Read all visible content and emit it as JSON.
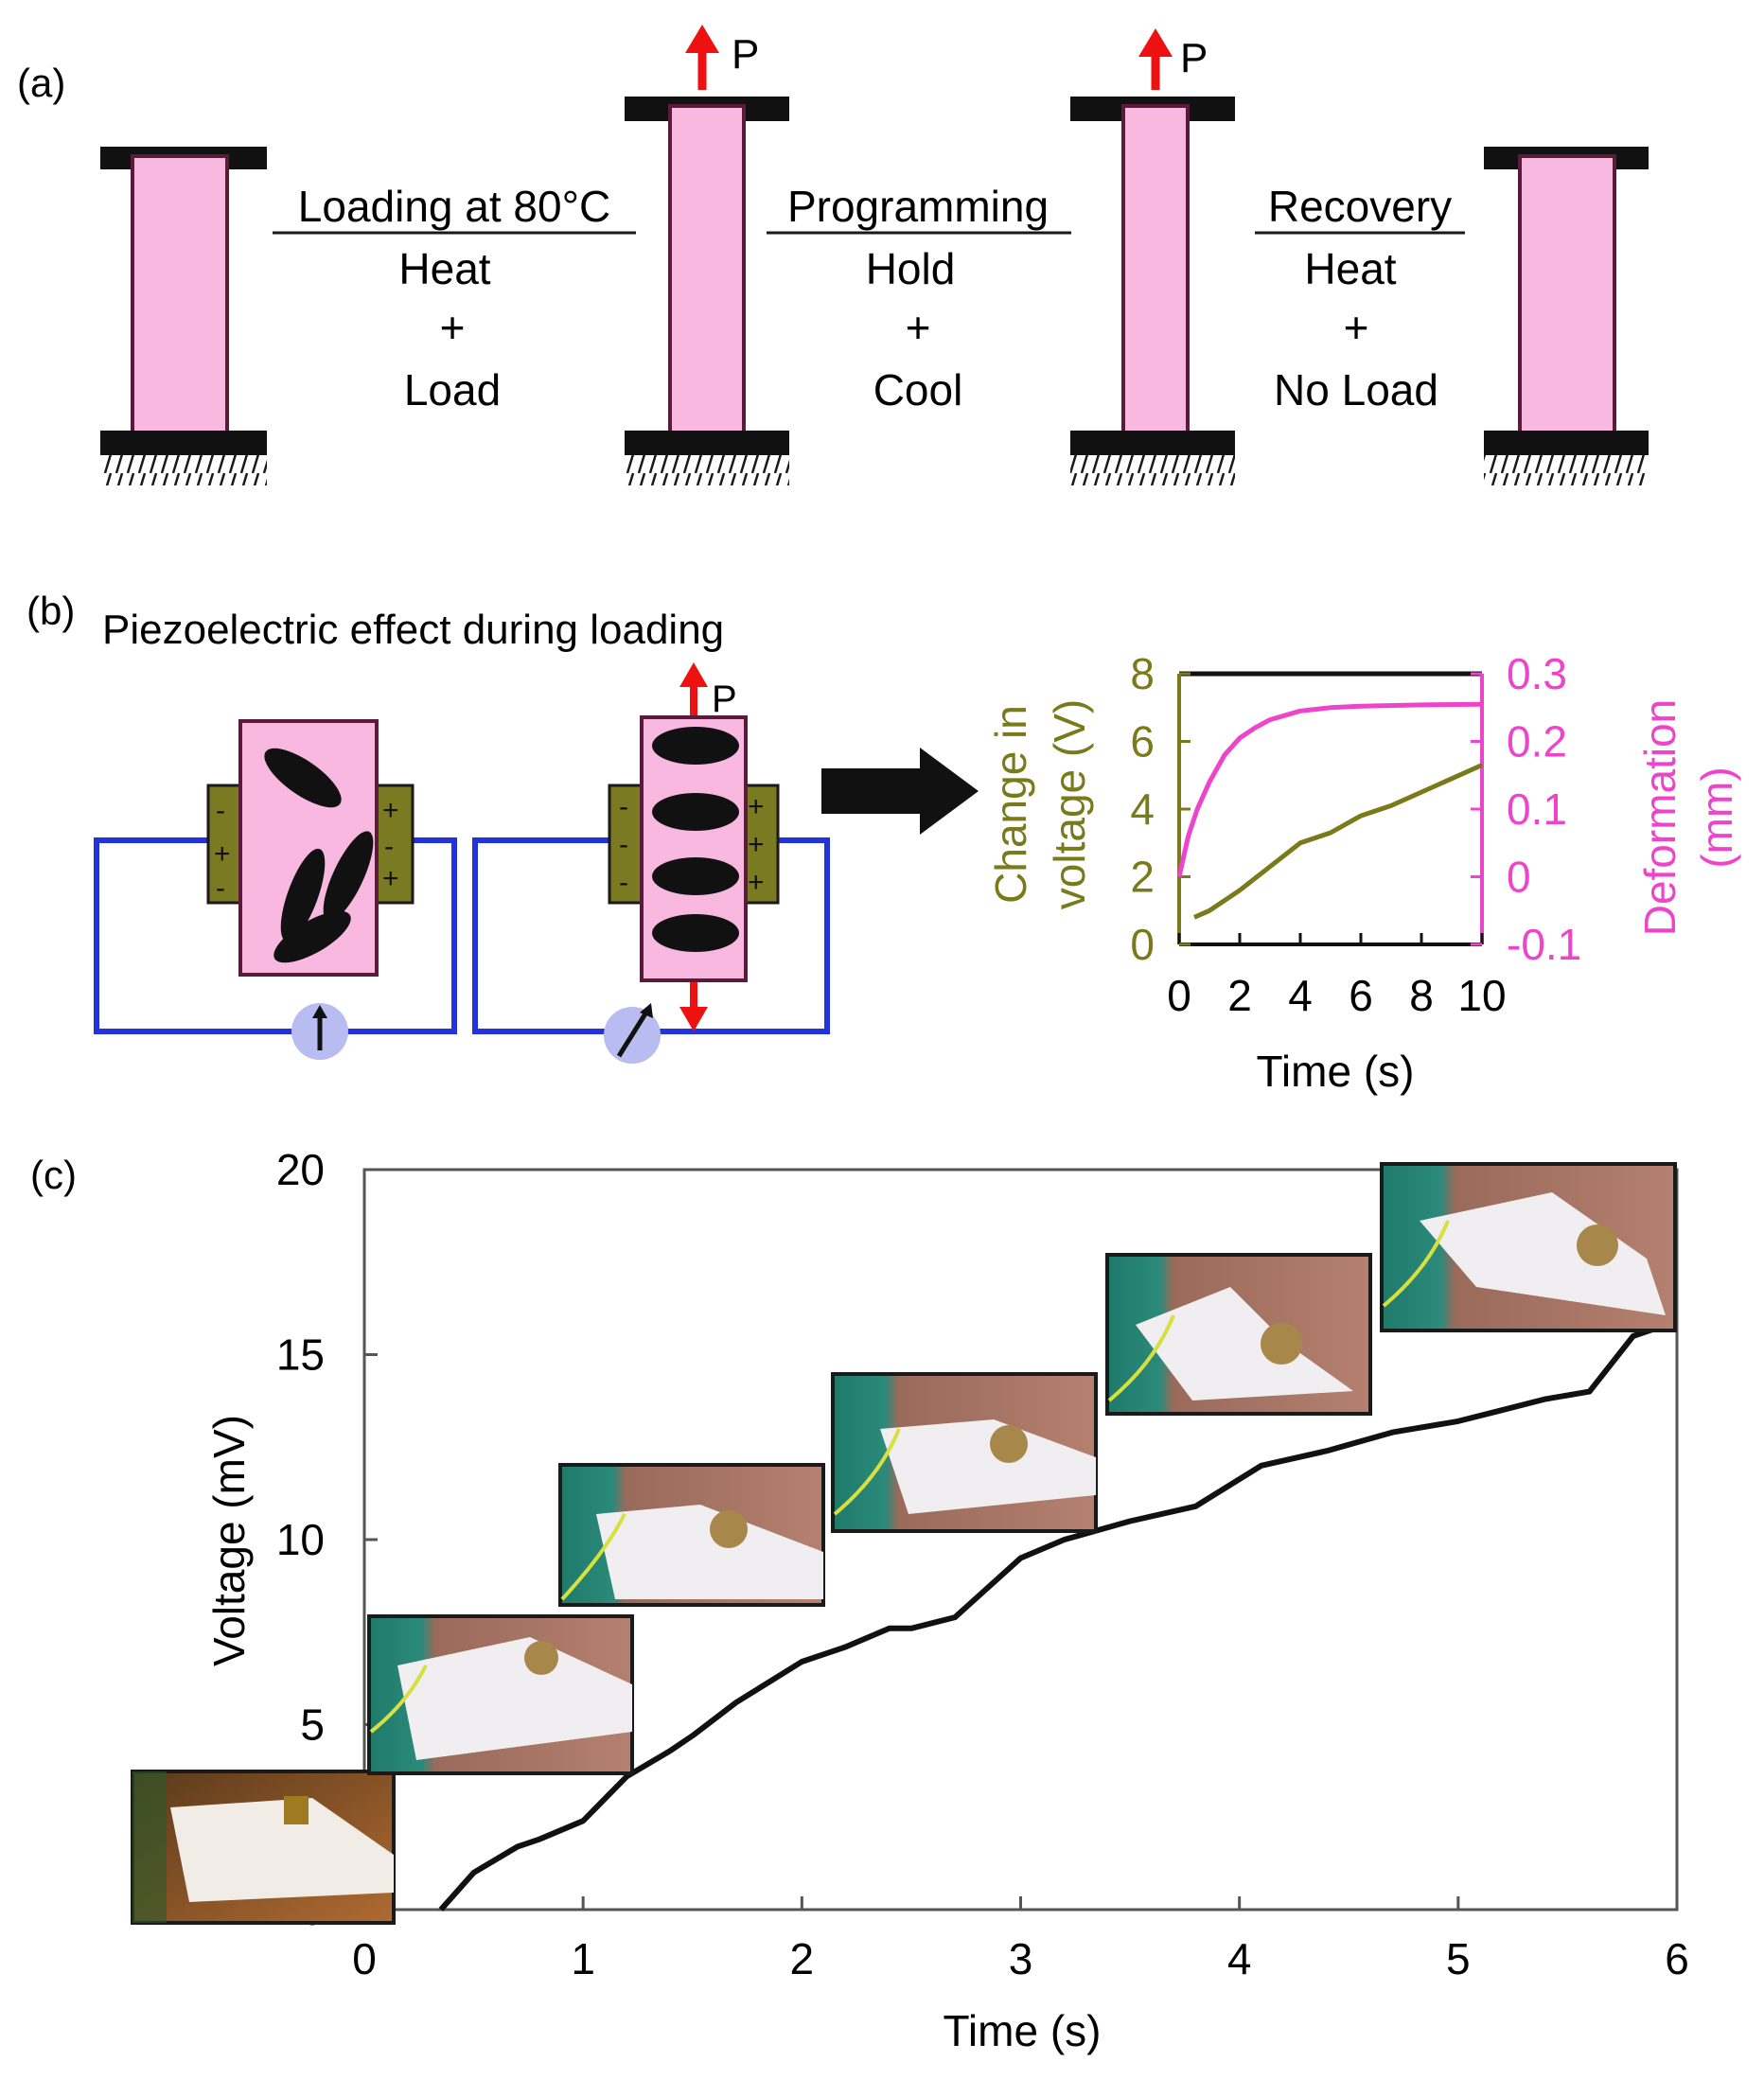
{
  "panel_a": {
    "label": "(a)",
    "force_label": "P",
    "steps": [
      {
        "title": "Loading at 80°C",
        "line1": "Heat",
        "line2": "+",
        "line3": "Load"
      },
      {
        "title": "Programming",
        "line1": "Hold",
        "line2": "+",
        "line3": "Cool"
      },
      {
        "title": "Recovery",
        "line1": "Heat",
        "line2": "+",
        "line3": "No Load"
      }
    ]
  },
  "panel_b": {
    "label": "(b)",
    "title": "Piezoelectric effect during loading",
    "force_label": "P",
    "colors": {
      "voltage": "#7a7a1a",
      "deformation": "#ee44cc",
      "circuit": "#2233dd",
      "sample": "#f8b8e0",
      "electrode": "#7a7a22"
    },
    "chart_data": {
      "type": "line",
      "xlabel": "Time (s)",
      "ylabel_left": "Change in voltage (V)",
      "ylabel_left_line1": "Change in",
      "ylabel_left_line2": "voltage (V)",
      "ylabel_right": "Deformation (mm)",
      "ylabel_right_line1": "Deformation",
      "ylabel_right_line2": "(mm)",
      "xlim": [
        0,
        10
      ],
      "ylim_left": [
        0,
        8
      ],
      "ylim_right": [
        -0.1,
        0.3
      ],
      "x_ticks": [
        "0",
        "2",
        "4",
        "6",
        "8",
        "10"
      ],
      "y_left_ticks": [
        "0",
        "2",
        "4",
        "6",
        "8"
      ],
      "y_right_ticks": [
        "-0.1",
        "0",
        "0.1",
        "0.2",
        "0.3"
      ],
      "series": [
        {
          "name": "Change in voltage (V)",
          "axis": "left",
          "x": [
            0.5,
            1,
            2,
            3,
            4,
            5,
            6,
            7,
            8,
            9,
            10
          ],
          "y": [
            0.8,
            1.0,
            1.6,
            2.3,
            3.0,
            3.3,
            3.8,
            4.1,
            4.5,
            4.9,
            5.3
          ]
        },
        {
          "name": "Deformation (mm)",
          "axis": "right",
          "x": [
            0,
            0.3,
            0.6,
            1,
            1.5,
            2,
            2.5,
            3,
            4,
            5,
            6,
            8,
            10
          ],
          "y": [
            0.0,
            0.06,
            0.1,
            0.14,
            0.18,
            0.205,
            0.22,
            0.232,
            0.245,
            0.25,
            0.252,
            0.254,
            0.255
          ]
        }
      ]
    }
  },
  "panel_c": {
    "label": "(c)",
    "chart_data": {
      "type": "line",
      "xlabel": "Time (s)",
      "ylabel": "Voltage (mV)",
      "xlim": [
        0,
        6
      ],
      "ylim": [
        0,
        20
      ],
      "x_ticks": [
        "0",
        "1",
        "2",
        "3",
        "4",
        "5",
        "6"
      ],
      "y_ticks": [
        "0",
        "5",
        "10",
        "15",
        "20"
      ],
      "series": [
        {
          "name": "",
          "x": [
            0.35,
            0.5,
            0.7,
            0.8,
            1.0,
            1.2,
            1.4,
            1.5,
            1.7,
            2.0,
            2.2,
            2.4,
            2.5,
            2.7,
            3.0,
            3.2,
            3.5,
            3.8,
            4.1,
            4.4,
            4.7,
            5.0,
            5.2,
            5.4,
            5.6,
            5.8,
            5.95
          ],
          "y": [
            0.0,
            1.0,
            1.7,
            1.9,
            2.4,
            3.6,
            4.3,
            4.7,
            5.6,
            6.7,
            7.1,
            7.6,
            7.6,
            7.9,
            9.5,
            10.0,
            10.5,
            10.9,
            12.0,
            12.4,
            12.9,
            13.2,
            13.5,
            13.8,
            14.0,
            15.5,
            15.8
          ]
        }
      ]
    }
  }
}
